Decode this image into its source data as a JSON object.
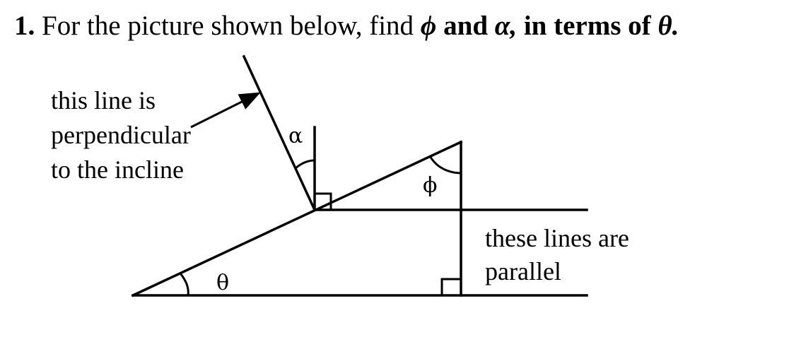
{
  "problem": {
    "number": "1.",
    "text": "For the picture shown below, find",
    "phi": "ϕ",
    "and": "and",
    "alpha": "α,",
    "in_terms_of": "in terms of",
    "theta": "θ."
  },
  "labels": {
    "perpendicular": [
      "this line is",
      "perpendicular",
      "to the incline"
    ],
    "parallel": [
      "these lines are",
      "parallel"
    ]
  },
  "angles": {
    "alpha": "α",
    "phi": "ϕ",
    "theta": "θ"
  }
}
